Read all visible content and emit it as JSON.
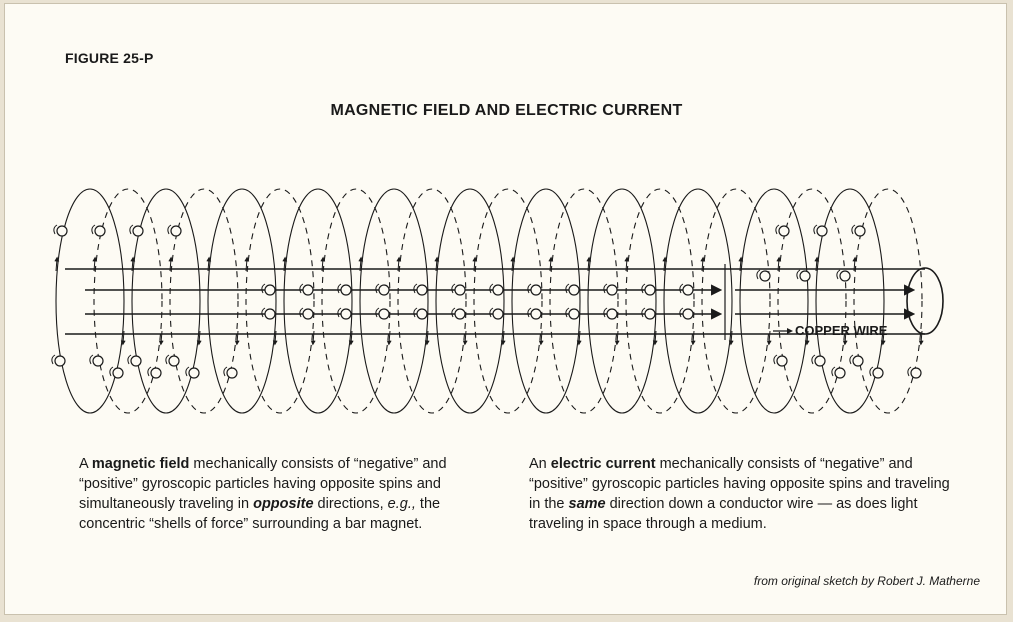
{
  "figure_label": "FIGURE 25-P",
  "title": "MAGNETIC FIELD AND ELECTRIC CURRENT",
  "wire_label": "COPPER WIRE",
  "caption_left": {
    "p1": "A ",
    "b1": "magnetic field",
    "p2": " mechanically consists of “negative” and “positive” gyroscopic particles having opposite spins and simultaneously traveling in ",
    "bi1": "opposite",
    "p3": " directions, ",
    "i1": "e.g.,",
    "p4": " the concentric “shells of force” surrounding a bar magnet."
  },
  "caption_right": {
    "p1": "An ",
    "b1": "electric current",
    "p2": " mechanically consists of “negative” and “positive” gyroscopic particles having opposite spins and traveling in the ",
    "bi1": "same",
    "p3": " direction down a conductor wire — as does light traveling in space through a medium."
  },
  "credit": "from original sketch by Robert J. Matherne",
  "colors": {
    "ink": "#1a1a1a",
    "paper": "#fdfbf4",
    "background": "#e9e2d2"
  }
}
